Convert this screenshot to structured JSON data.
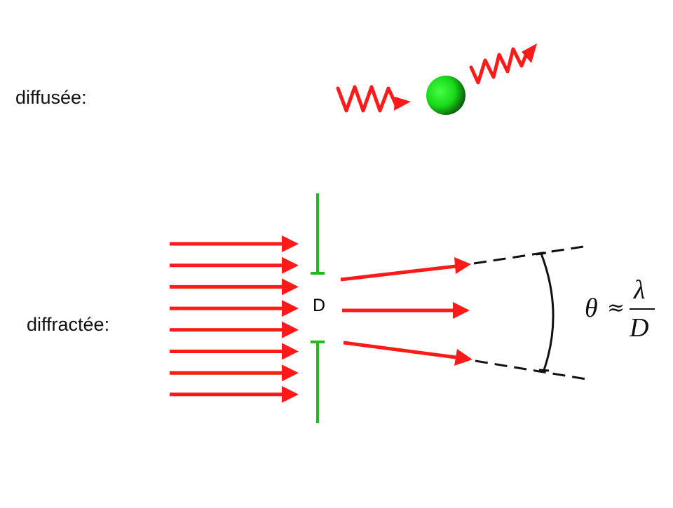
{
  "labels": {
    "scattered": "diffusée:",
    "diffracted": "diffractée:",
    "slit_width": "D"
  },
  "formula": {
    "lhs": "θ",
    "relation": "≈",
    "numerator": "λ",
    "denominator": "D"
  },
  "colors": {
    "wave": "#ff1a1a",
    "slit": "#22b822",
    "particle": "#22dd22",
    "text": "#111111"
  },
  "diagram": {
    "incident_ray_count": 8,
    "diffracted_ray_count": 3
  }
}
